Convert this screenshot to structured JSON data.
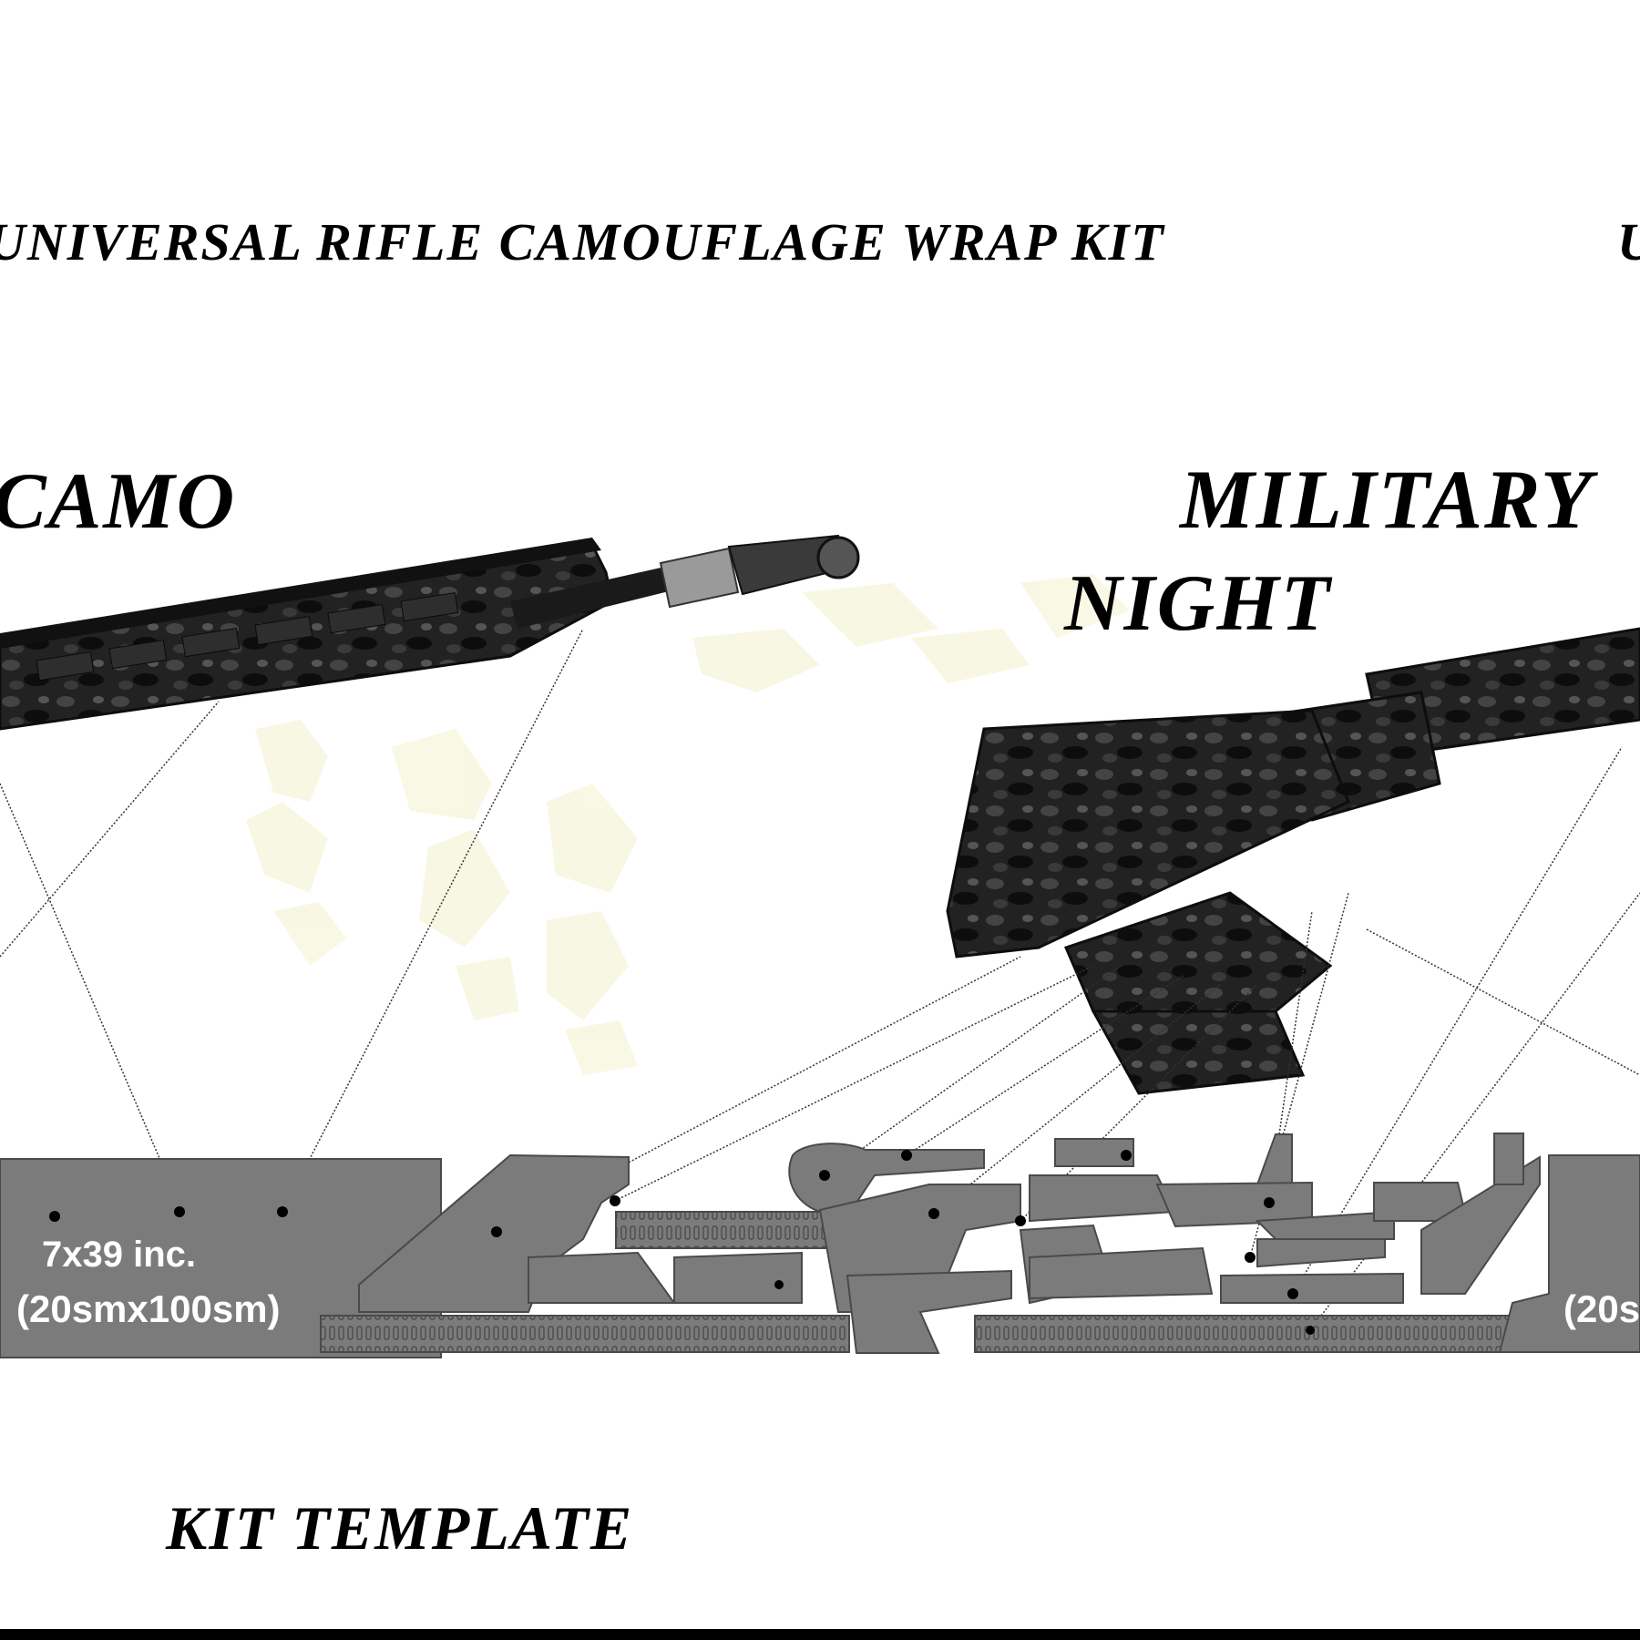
{
  "title": "UNIVERSAL RIFLE CAMOUFLAGE WRAP KIT",
  "labels": {
    "camo": "CAMO",
    "military": "MILITARY",
    "night": "NIGHT",
    "kit_template": "KIT TEMPLATE"
  },
  "panel": {
    "size_inches": "7x39 inc.",
    "size_metric": "(20smx100sm)"
  },
  "colors": {
    "panel_fill": "#7b7b7b",
    "panel_stroke": "#4a4a4a",
    "rifle_dark": "#1b1b1b",
    "camo_shadow": "#f8f7e1",
    "text": "#000000"
  }
}
